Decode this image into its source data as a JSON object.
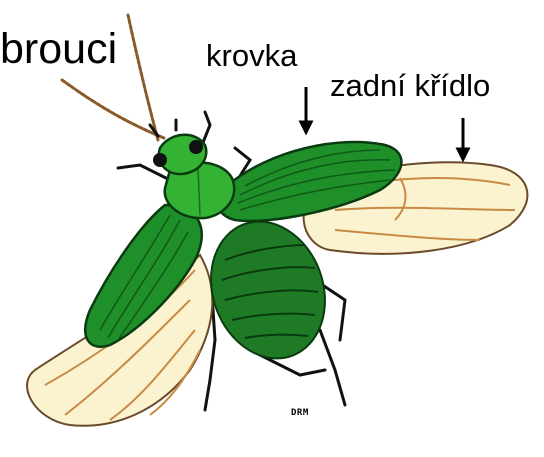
{
  "title": "brouci",
  "labels": {
    "elytron": "krovka",
    "hind_wing": "zadní křídlo"
  },
  "signature": "DRM",
  "icons": {
    "elytron_arrow": "down-arrow-icon",
    "hind_wing_arrow": "down-arrow-icon",
    "illustration": "beetle-illustration"
  },
  "colors": {
    "elytron_green": "#1f8f2a",
    "body_green": "#33b233",
    "dark_green": "#0f5a18",
    "wing_fill": "#fbf3cf",
    "wing_vein": "#c98a45",
    "text": "#000000"
  }
}
